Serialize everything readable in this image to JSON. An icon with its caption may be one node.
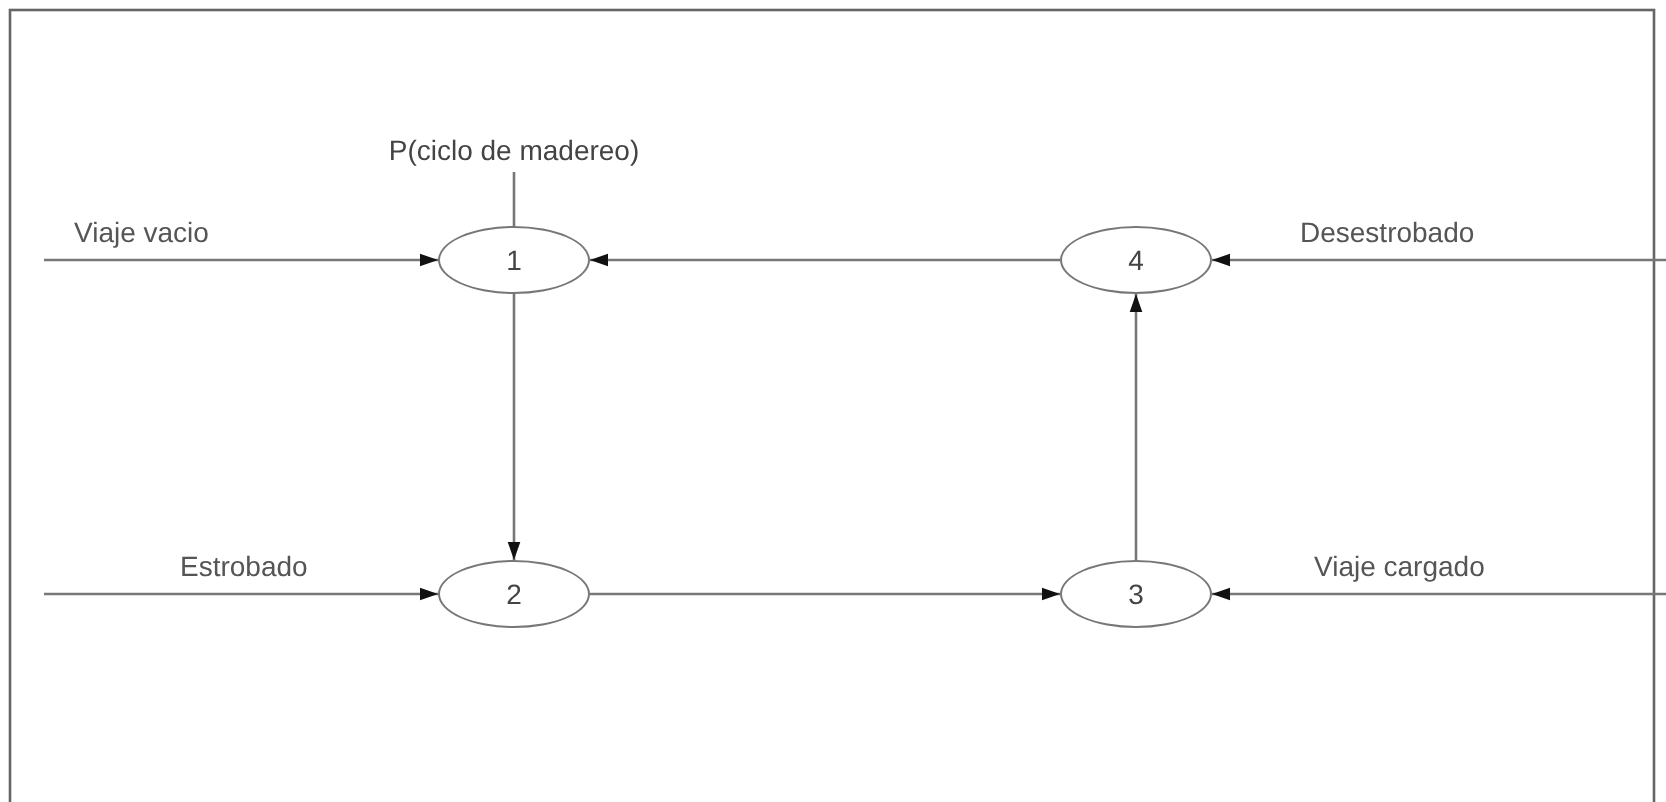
{
  "diagram": {
    "nodes": [
      {
        "text": [
          "P(ciclo de madereo)"
        ]
      },
      {
        "text": [
          "1"
        ]
      },
      {
        "text": [
          "2"
        ]
      },
      {
        "text": [
          "3"
        ]
      },
      {
        "text": [
          "4"
        ]
      }
    ],
    "edges": [
      {
        "from": null,
        "to": 1,
        "arrow": "to",
        "label": "Viaje vacio"
      },
      {
        "from": 0,
        "to": 1,
        "arrow": "none"
      },
      {
        "from": 4,
        "to": 1,
        "arrow": "to"
      },
      {
        "from": 1,
        "to": 2,
        "arrow": "to"
      },
      {
        "from": null,
        "to": 4,
        "arrow": "to",
        "label": "Desestrobado"
      },
      {
        "from": null,
        "to": 2,
        "arrow": "to",
        "label": "Estrobado"
      },
      {
        "from": 2,
        "to": 3,
        "arrow": "to"
      },
      {
        "from": null,
        "to": 3,
        "arrow": "to",
        "label": "Viaje cargado"
      },
      {
        "from": 3,
        "to": 4,
        "arrow": "to"
      }
    ]
  }
}
